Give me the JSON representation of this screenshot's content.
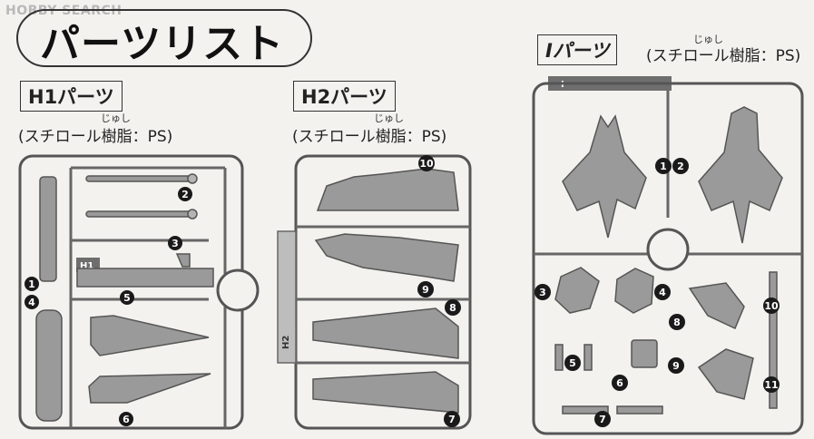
{
  "watermark": "HOBBY SEARCH",
  "page_title": "パーツリスト",
  "sections": {
    "h1": {
      "label": "H1パーツ",
      "material": "(スチロール樹脂：PS)",
      "ruby": "じゅし",
      "sprue_id": "H1",
      "part_numbers": [
        "2",
        "3",
        "1",
        "4",
        "5",
        "6"
      ]
    },
    "h2": {
      "label": "H2パーツ",
      "material": "(スチロール樹脂：PS)",
      "ruby": "じゅし",
      "sprue_id": "H2",
      "part_numbers": [
        "10",
        "9",
        "8",
        "7"
      ]
    },
    "i": {
      "label": "Iパーツ",
      "material": "(スチロール樹脂：PS)",
      "ruby": "じゅし",
      "sprue_id": "I",
      "part_numbers": [
        "1",
        "2",
        "3",
        "4",
        "8",
        "10",
        "5",
        "9",
        "6",
        "11",
        "7"
      ]
    }
  }
}
